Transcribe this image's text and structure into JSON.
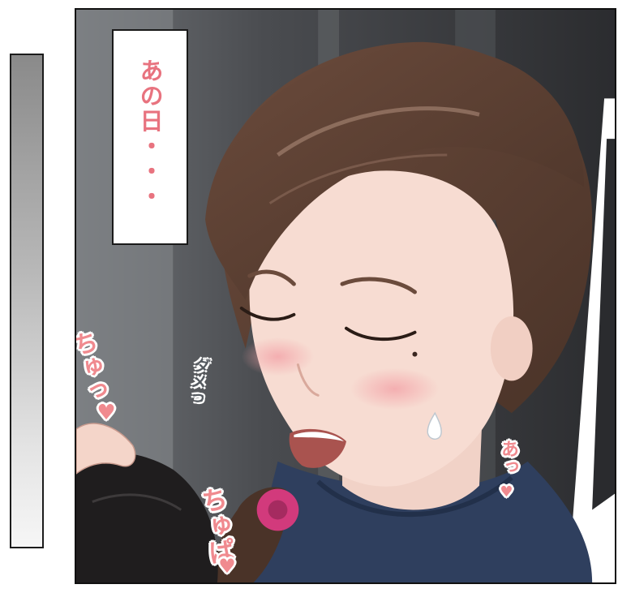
{
  "caption": {
    "text": "あの日・・・"
  },
  "sound_effects": {
    "chukku": "ちゅっ",
    "chupa": "ちゅぱ",
    "dame": "ダメっ",
    "a": "あっ",
    "heart": "♥"
  },
  "colors": {
    "caption_text": "#e8737f",
    "sfx_pink": "#f08a8f",
    "hair": "#5a3f32",
    "skin": "#f7dcd2",
    "shirt": "#2f3f5e",
    "scrunchie": "#d23a7c"
  }
}
